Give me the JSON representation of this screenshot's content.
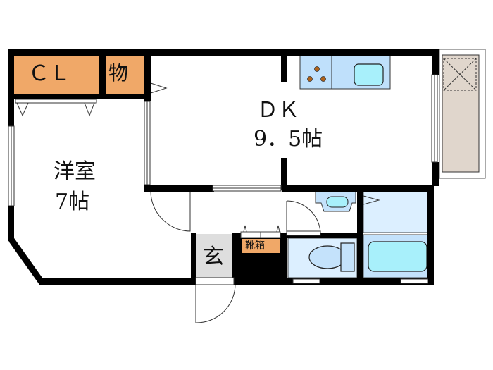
{
  "floorplan": {
    "rooms": {
      "closet": {
        "label": "ＣＬ"
      },
      "storage": {
        "label": "物"
      },
      "western_room": {
        "name": "洋室",
        "size": "7帖"
      },
      "dining_kitchen": {
        "name": "ＤＫ",
        "size": "9．5帖"
      },
      "entrance": {
        "label": "玄"
      },
      "shoe_box": {
        "label": "靴箱"
      }
    },
    "colors": {
      "wall": "#000000",
      "storage_fill": "#f0a868",
      "kitchen_counter": "#bfe0fb",
      "sink": "#a8f0fb",
      "stove_burner": "#b0621a",
      "balcony": "#e0d6cc",
      "wet_area": "#dcefff",
      "bath_area": "#c4e2fb",
      "entrance_floor": "#dedede"
    }
  }
}
